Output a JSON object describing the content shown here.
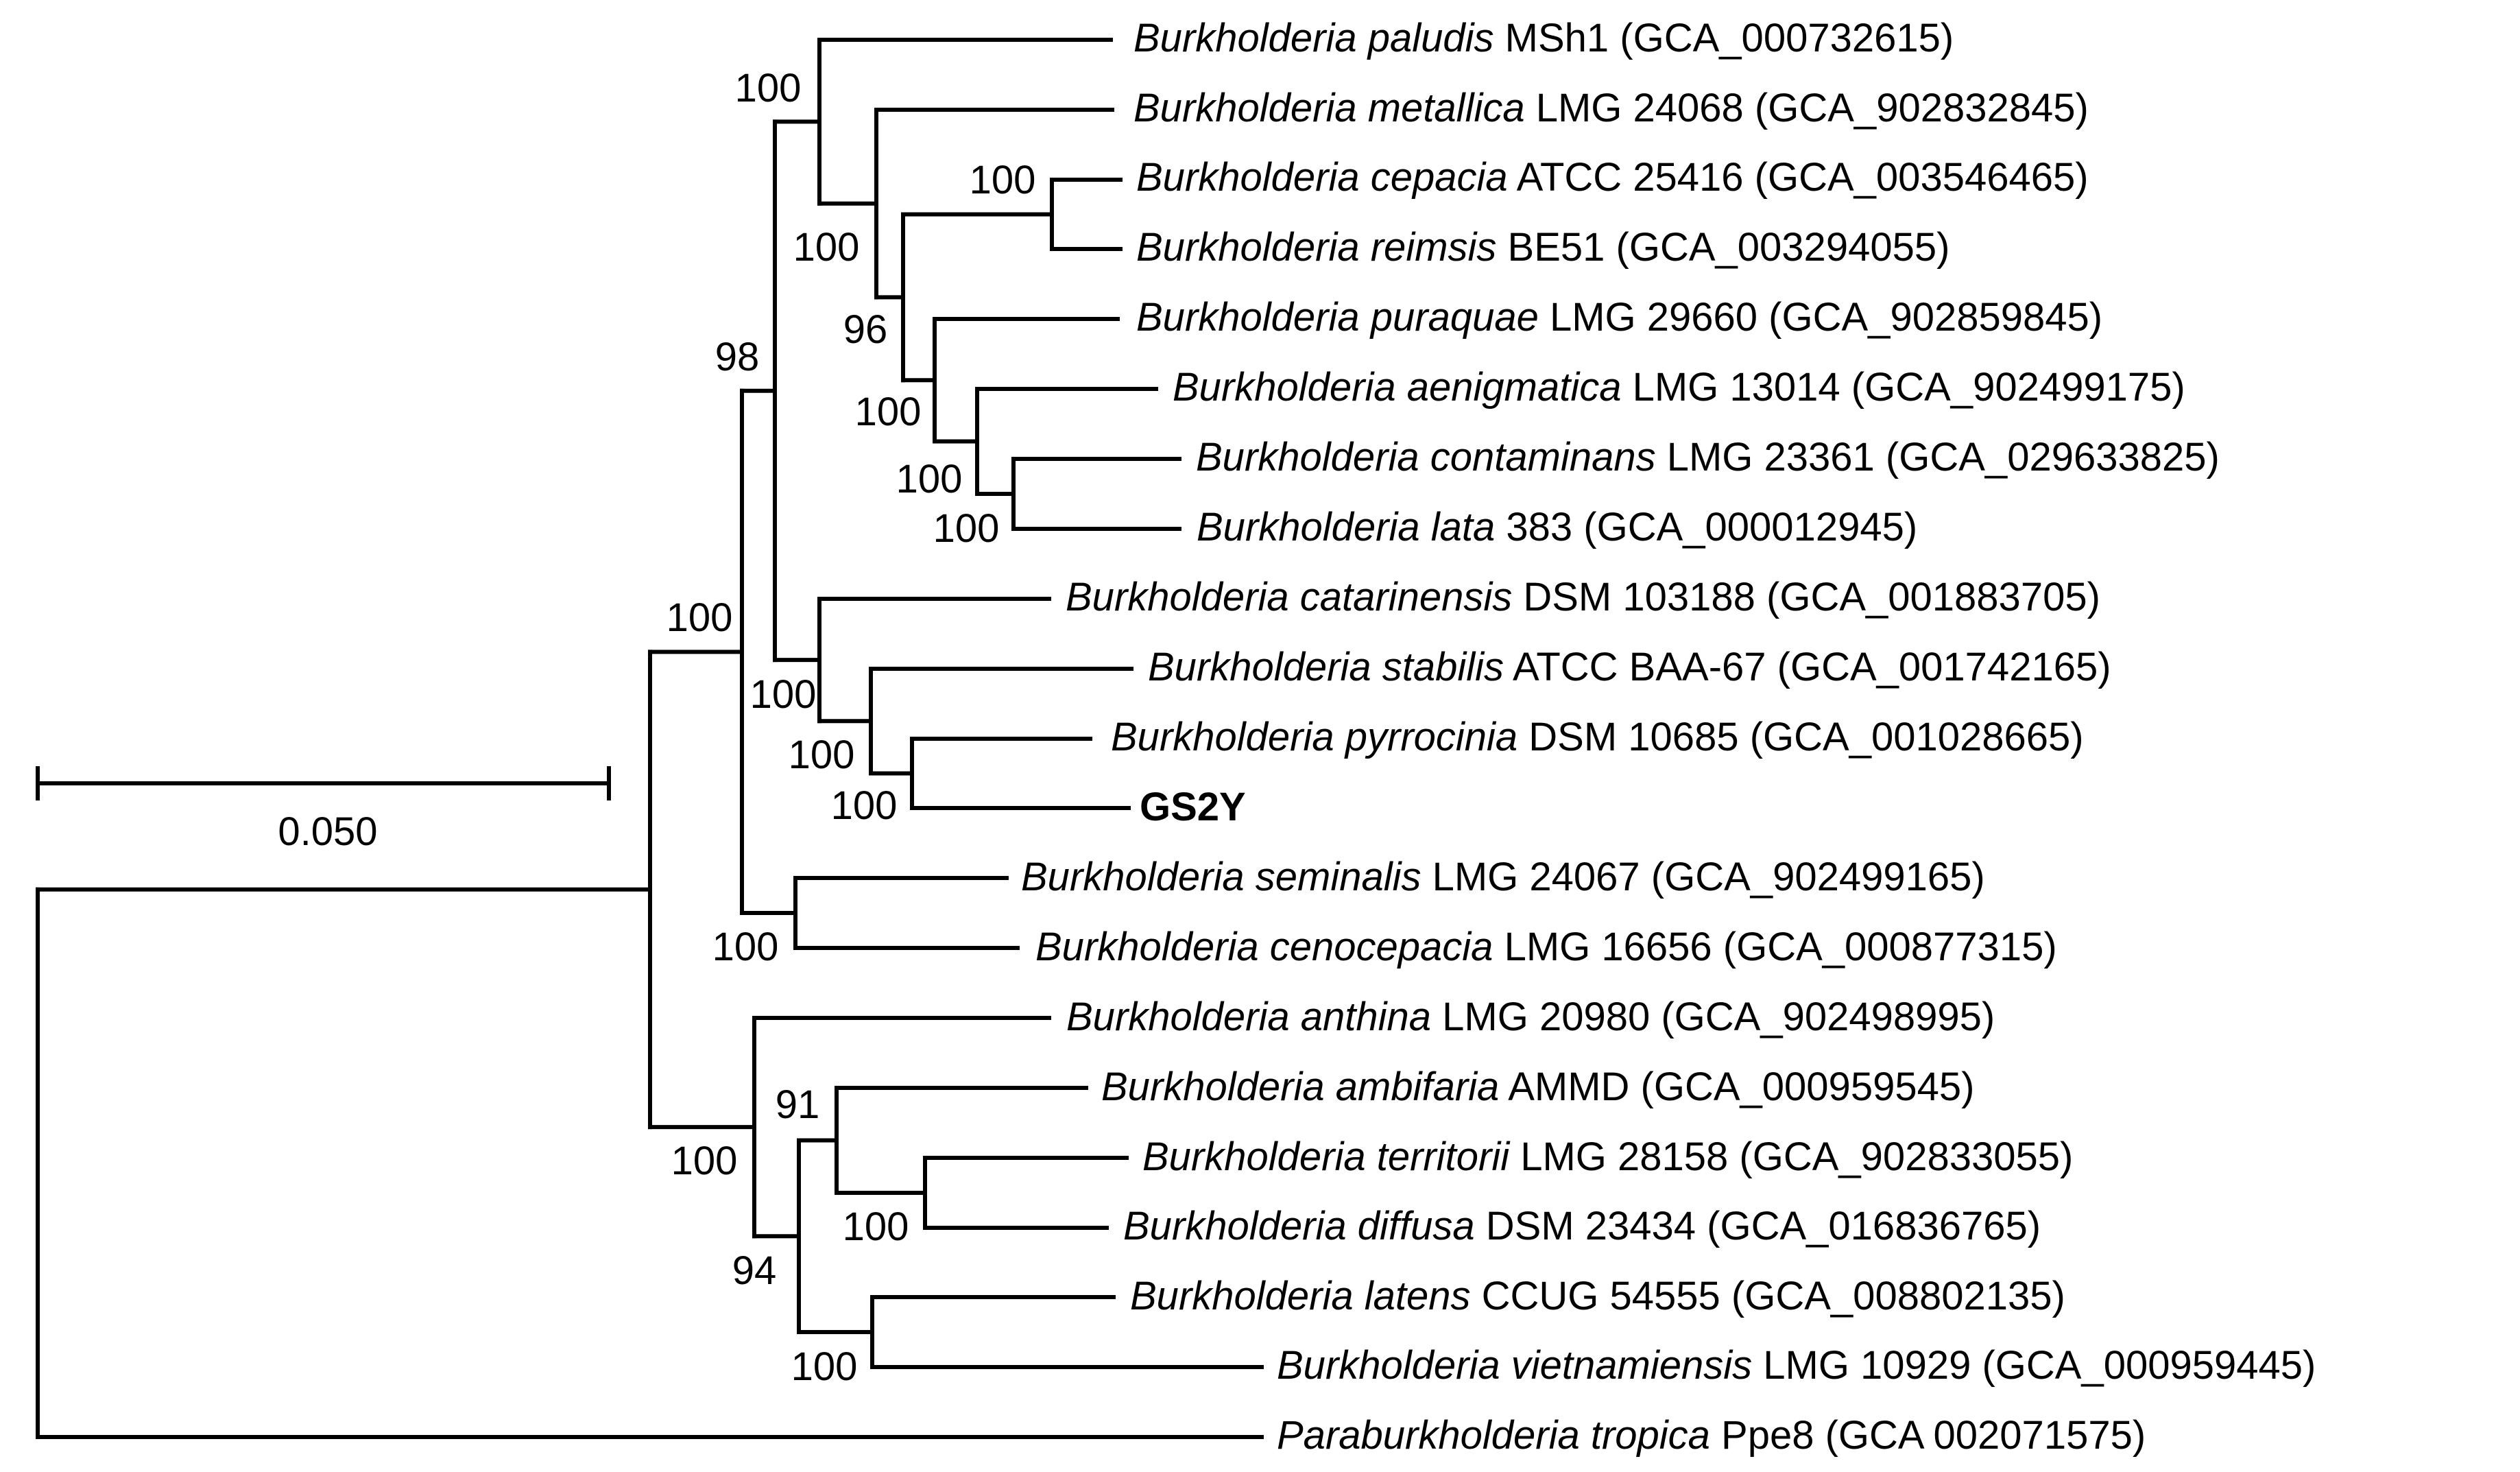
{
  "scale_bar": {
    "label": "0.050"
  },
  "taxa": [
    {
      "id": "t1",
      "italic": "Burkholderia paludis",
      "rest": "MSh1 (GCA_000732615)"
    },
    {
      "id": "t2",
      "italic": "Burkholderia metallica",
      "rest": "LMG 24068 (GCA_902832845)"
    },
    {
      "id": "t3",
      "italic": "Burkholderia cepacia",
      "rest": "ATCC 25416 (GCA_003546465)"
    },
    {
      "id": "t4",
      "italic": "Burkholderia reimsis",
      "rest": "BE51 (GCA_003294055)"
    },
    {
      "id": "t5",
      "italic": "Burkholderia puraquae",
      "rest": "LMG 29660 (GCA_902859845)"
    },
    {
      "id": "t6",
      "italic": "Burkholderia aenigmatica",
      "rest": "LMG 13014 (GCA_902499175)"
    },
    {
      "id": "t7",
      "italic": "Burkholderia contaminans",
      "rest": "LMG 23361 (GCA_029633825)"
    },
    {
      "id": "t8",
      "italic": "Burkholderia lata",
      "rest": "383 (GCA_000012945)"
    },
    {
      "id": "t9",
      "italic": "Burkholderia catarinensis",
      "rest": "DSM 103188 (GCA_001883705)"
    },
    {
      "id": "t10",
      "italic": "Burkholderia stabilis",
      "rest": "ATCC BAA-67 (GCA_001742165)"
    },
    {
      "id": "t11",
      "italic": "Burkholderia pyrrocinia",
      "rest": "DSM 10685 (GCA_001028665)"
    },
    {
      "id": "t12",
      "italic": "",
      "rest": "GS2Y",
      "bold": true
    },
    {
      "id": "t13",
      "italic": "Burkholderia seminalis",
      "rest": "LMG 24067 (GCA_902499165)"
    },
    {
      "id": "t14",
      "italic": "Burkholderia cenocepacia",
      "rest": "LMG 16656 (GCA_000877315)"
    },
    {
      "id": "t15",
      "italic": "Burkholderia anthina",
      "rest": "LMG 20980 (GCA_902498995)"
    },
    {
      "id": "t16",
      "italic": "Burkholderia ambifaria",
      "rest": "AMMD (GCA_000959545)"
    },
    {
      "id": "t17",
      "italic": "Burkholderia territorii",
      "rest": "LMG 28158 (GCA_902833055)"
    },
    {
      "id": "t18",
      "italic": "Burkholderia diffusa",
      "rest": "DSM 23434 (GCA_016836765)"
    },
    {
      "id": "t19",
      "italic": "Burkholderia latens",
      "rest": "CCUG 54555 (GCA_008802135)"
    },
    {
      "id": "t20",
      "italic": "Burkholderia vietnamiensis",
      "rest": "LMG 10929 (GCA_000959445)"
    },
    {
      "id": "t21",
      "italic": "Paraburkholderia tropica",
      "rest": "Ppe8 (GCA 002071575)"
    }
  ],
  "bootstrap": [
    {
      "id": "n_pal",
      "value": "100"
    },
    {
      "id": "n_cep",
      "value": "100"
    },
    {
      "id": "n_met",
      "value": "100"
    },
    {
      "id": "n_met2",
      "value": "96"
    },
    {
      "id": "n_pur",
      "value": "100"
    },
    {
      "id": "n_aen",
      "value": "100"
    },
    {
      "id": "n_cont",
      "value": "100"
    },
    {
      "id": "n_cA",
      "value": "98"
    },
    {
      "id": "n_A",
      "value": "100"
    },
    {
      "id": "n_cat",
      "value": "100"
    },
    {
      "id": "n_stab",
      "value": "100"
    },
    {
      "id": "n_pyr",
      "value": "100"
    },
    {
      "id": "n_sem",
      "value": "100"
    },
    {
      "id": "n_B",
      "value": "100"
    },
    {
      "id": "n_amb",
      "value": "91"
    },
    {
      "id": "n_ter",
      "value": "100"
    },
    {
      "id": "n_vietA",
      "value": "94"
    },
    {
      "id": "n_lat",
      "value": "100"
    }
  ]
}
